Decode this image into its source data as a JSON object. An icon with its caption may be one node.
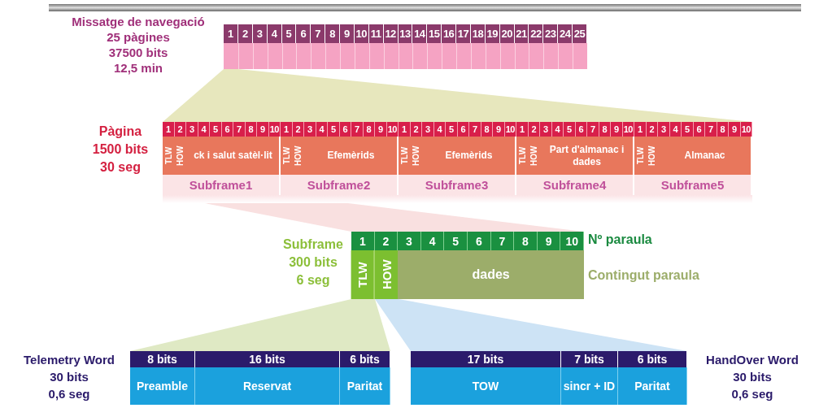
{
  "diagram": {
    "nodes": [
      {
        "text": [
          "1",
          "2",
          "3",
          "4",
          "5",
          "6",
          "7",
          "8",
          "9",
          "10",
          "11",
          "12",
          "13",
          "14",
          "15",
          "16",
          "17",
          "18",
          "19",
          "20",
          "21",
          "22",
          "23",
          "24",
          "25"
        ]
      },
      {
        "text": [],
        "shape": "bar"
      },
      {
        "text": [
          "1",
          "2",
          "3",
          "4",
          "5",
          "6",
          "7",
          "8",
          "9",
          "10",
          "TLW",
          "HOW",
          "ck i salut satèl·lit",
          "Subframe1"
        ],
        "in": 1
      },
      {
        "text": [
          "1",
          "2",
          "3",
          "4",
          "5",
          "6",
          "7",
          "8",
          "9",
          "10",
          "TLW",
          "HOW",
          "Efemèrids",
          "Subframe2"
        ],
        "in": 1
      },
      {
        "text": [
          "1",
          "2",
          "3",
          "4",
          "5",
          "6",
          "7",
          "8",
          "9",
          "10",
          "TLW",
          "HOW",
          "Efemèrids",
          "Subframe3"
        ],
        "in": 1
      },
      {
        "text": [
          "1",
          "2",
          "3",
          "4",
          "5",
          "6",
          "7",
          "8",
          "9",
          "10",
          "TLW",
          "HOW",
          "Part d'almanac i dades",
          "Subframe4"
        ],
        "in": 1
      },
      {
        "text": [
          "1",
          "2",
          "3",
          "4",
          "5",
          "6",
          "7",
          "8",
          "9",
          "10",
          "TLW",
          "HOW",
          "Almanac",
          "Subframe5"
        ],
        "in": 1
      },
      {
        "text": [
          "1",
          "2",
          "3",
          "4",
          "5",
          "6",
          "7",
          "8",
          "9",
          "10",
          "TLW",
          "HOW",
          "dades"
        ],
        "beside": [
          "Nº paraula",
          "Contingut paraula"
        ]
      },
      {
        "text": [
          "8 bits",
          "16 bits",
          "6 bits",
          "Preamble",
          "Reservat",
          "Paritat"
        ]
      },
      {
        "text": [
          "17 bits",
          "7 bits",
          "6 bits",
          "TOW",
          "sincr + ID",
          "Paritat"
        ]
      }
    ],
    "edges": [
      {
        "from": 0,
        "to": 1,
        "arrow": "none",
        "color": "#e7e7bd"
      },
      {
        "from": 2,
        "to": 7,
        "arrow": "none",
        "color": "#f9e0e0"
      },
      {
        "from": 7,
        "to": 8,
        "arrow": "none",
        "color": "#dfe9c4"
      },
      {
        "from": 7,
        "to": 9,
        "arrow": "none",
        "color": "#cde3f5"
      }
    ],
    "labels": [
      "Missatge de navegació",
      "25 pàgines",
      "37500 bits",
      "12,5 min",
      "Pàgina",
      "1500 bits",
      "30 seg",
      "Subframe",
      "300 bits",
      "6 seg",
      "Telemetry Word",
      "30 bits",
      "0,6 seg",
      "HandOver Word",
      "30 bits",
      "0,6 seg"
    ]
  }
}
